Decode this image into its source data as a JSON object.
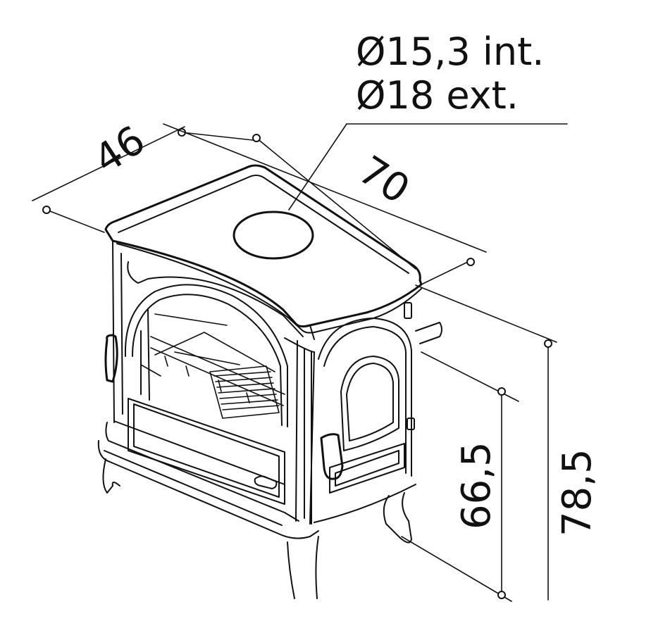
{
  "dimensions": {
    "flue_internal": "Ø15,3 int.",
    "flue_external": "Ø18 ext.",
    "depth": "46",
    "width": "70",
    "flue_height": "66,5",
    "total_height": "78,5"
  }
}
